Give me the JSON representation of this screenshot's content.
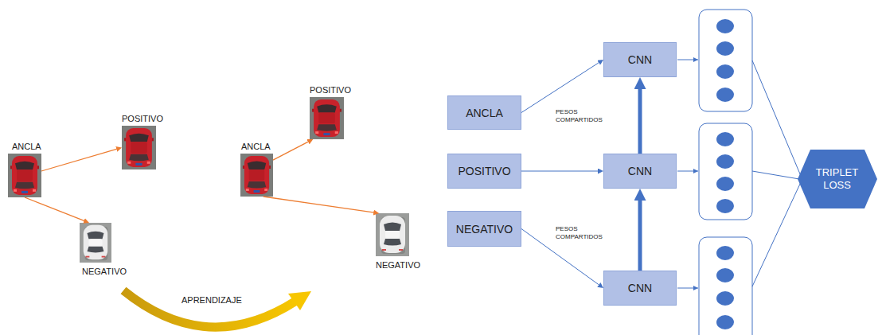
{
  "diagram": {
    "nodes": [
      {
        "text": [
          "ANCLA"
        ]
      },
      {
        "text": [
          "POSITIVO"
        ]
      },
      {
        "text": [
          "NEGATIVO"
        ]
      },
      {
        "text": [
          "ANCLA"
        ]
      },
      {
        "text": [
          "POSITIVO"
        ]
      },
      {
        "text": [
          "NEGATIVO"
        ]
      },
      {
        "text": [
          "ANCLA"
        ]
      },
      {
        "text": [
          "POSITIVO"
        ]
      },
      {
        "text": [
          "NEGATIVO"
        ]
      },
      {
        "text": [
          "CNN"
        ]
      },
      {
        "text": [
          "CNN"
        ]
      },
      {
        "text": [
          "CNN"
        ]
      },
      {
        "text": [
          "TRIPLET LOSS"
        ]
      }
    ],
    "edges": [
      {
        "from": 0,
        "to": 1,
        "arrow": "to"
      },
      {
        "from": 0,
        "to": 2,
        "arrow": "to"
      },
      {
        "from": 3,
        "to": 4,
        "arrow": "to"
      },
      {
        "from": 3,
        "to": 5,
        "arrow": "to"
      },
      {
        "from": 6,
        "to": 9,
        "arrow": "to"
      },
      {
        "from": 7,
        "to": 10,
        "arrow": "to"
      },
      {
        "from": 8,
        "to": 11,
        "arrow": "to"
      },
      {
        "from": 10,
        "to": 9,
        "arrow": "to"
      },
      {
        "from": 11,
        "to": 10,
        "arrow": "to"
      }
    ],
    "labels": [
      "APRENDIZAJE",
      "PESOS COMPARTIDOS",
      "PESOS COMPARTIDOS"
    ]
  }
}
